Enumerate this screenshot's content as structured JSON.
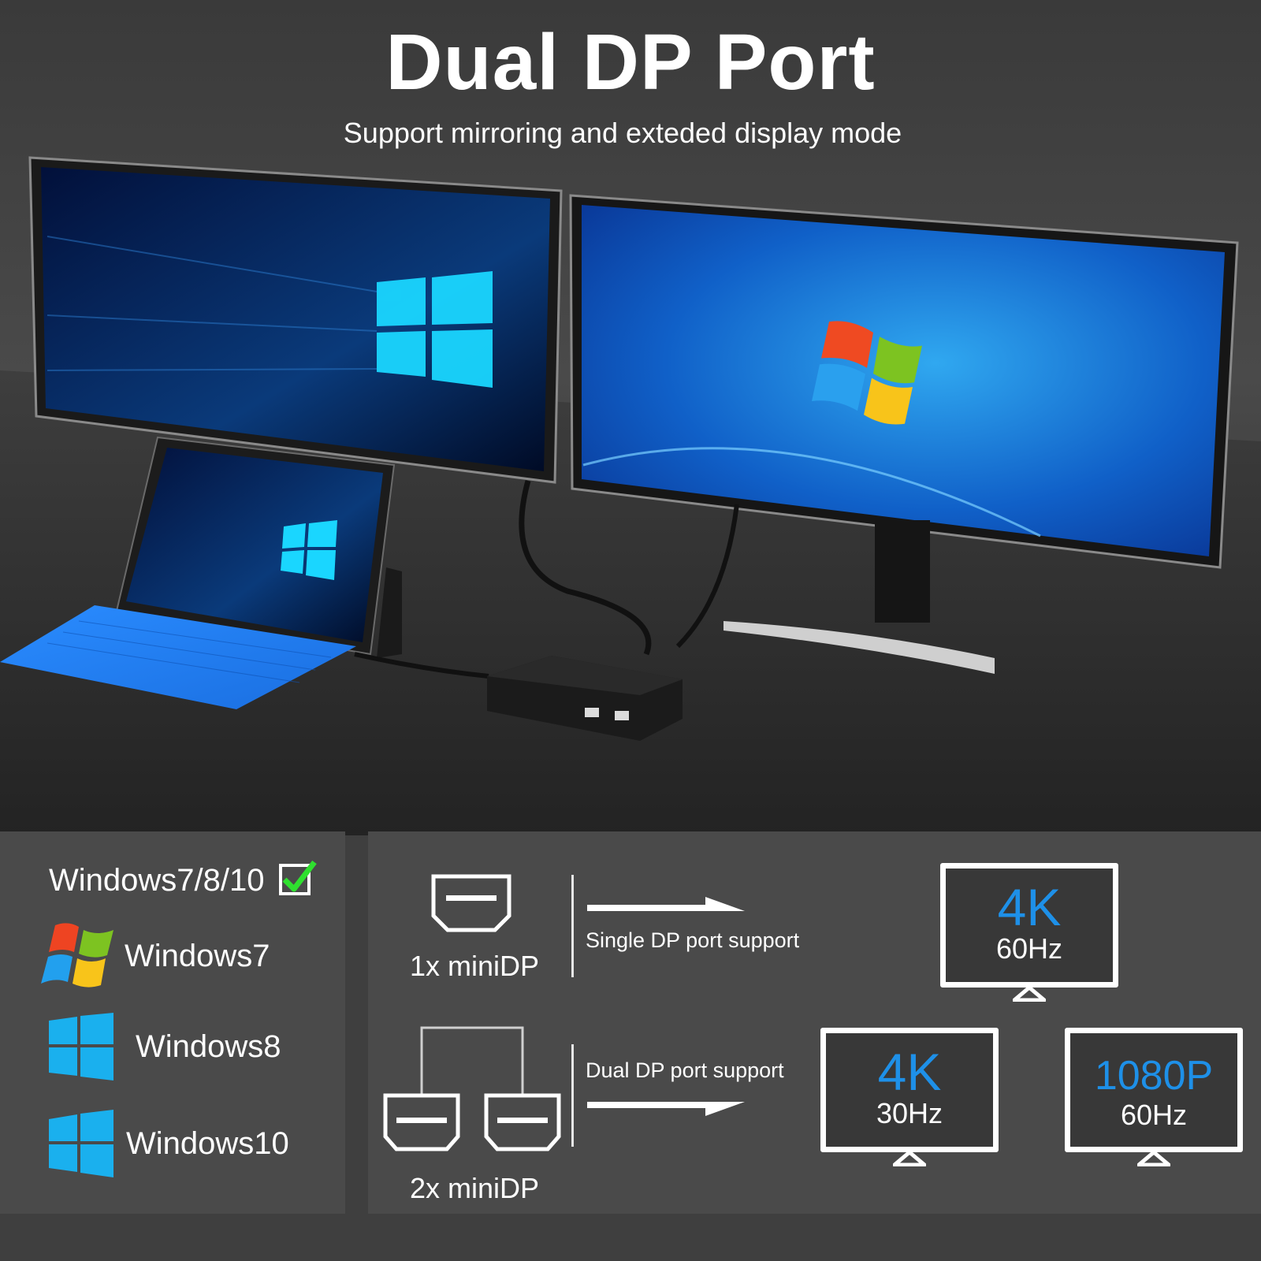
{
  "header": {
    "title": "Dual DP Port",
    "subtitle": "Support mirroring and exteded display mode"
  },
  "os_panel": {
    "heading": "Windows7/8/10",
    "items": [
      {
        "label": "Windows7",
        "icon": "windows7-logo-icon"
      },
      {
        "label": "Windows8",
        "icon": "windows8-logo-icon"
      },
      {
        "label": "Windows10",
        "icon": "windows10-logo-icon"
      }
    ]
  },
  "single": {
    "port_label": "1x miniDP",
    "support_label": "Single DP port support",
    "monitor": {
      "resolution": "4K",
      "refresh": "60Hz"
    }
  },
  "dual": {
    "port_label": "2x miniDP",
    "support_label": "Dual DP port support",
    "monitors": [
      {
        "resolution": "4K",
        "refresh": "30Hz"
      },
      {
        "resolution": "1080P",
        "refresh": "60Hz"
      }
    ]
  },
  "colors": {
    "accent_blue": "#1e90e8",
    "check_green": "#2fe02f",
    "background": "#3f3f3f",
    "panel": "#4a4a4a"
  }
}
